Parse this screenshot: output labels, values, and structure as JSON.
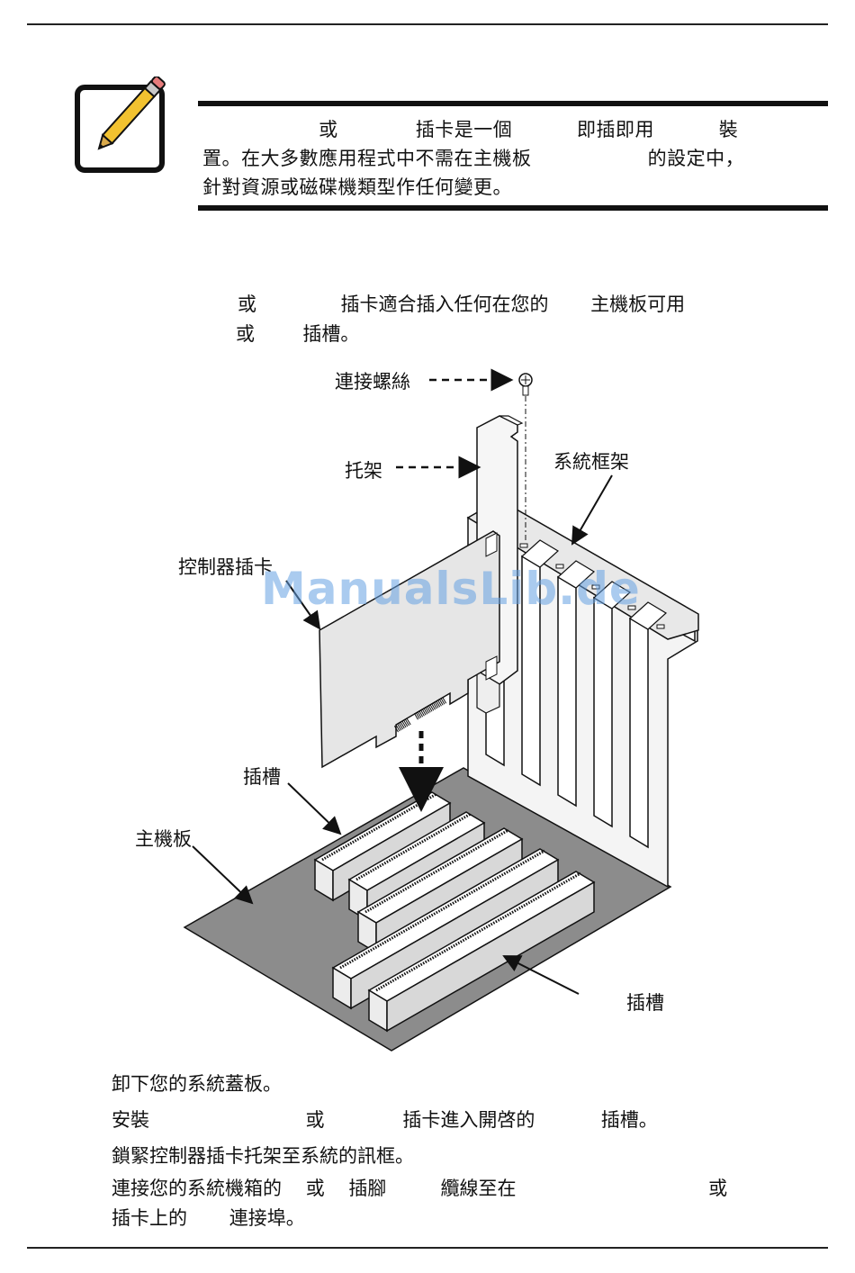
{
  "note": {
    "icon": "pencil-note-icon",
    "line1": "                  或            插卡是一個          即插即用          裝",
    "line2": "置。在大多數應用程式中不需在主機板                  的設定中，",
    "line3": "針對資源或磁碟機類型作任何變更。"
  },
  "intro": {
    "line1": "或              插卡適合插入任何在您的       主機板可用",
    "line2": "或        插槽。"
  },
  "diagram": {
    "labels": {
      "screw": "連接螺絲",
      "bracket": "托架",
      "frame": "系統框架",
      "card": "控制器插卡",
      "slot_top": "插槽",
      "board": "主機板",
      "slot_bottom": "插槽"
    },
    "watermark": "ManualsLib.de"
  },
  "steps": [
    "卸下您的系統蓋板。",
    "安裝                          或             插卡進入開啓的           插槽。",
    "鎖緊控制器插卡托架至系統的訊框。",
    "連接您的系統機箱的    或    插腳         纜線至在                                或",
    "插卡上的       連接埠。"
  ]
}
